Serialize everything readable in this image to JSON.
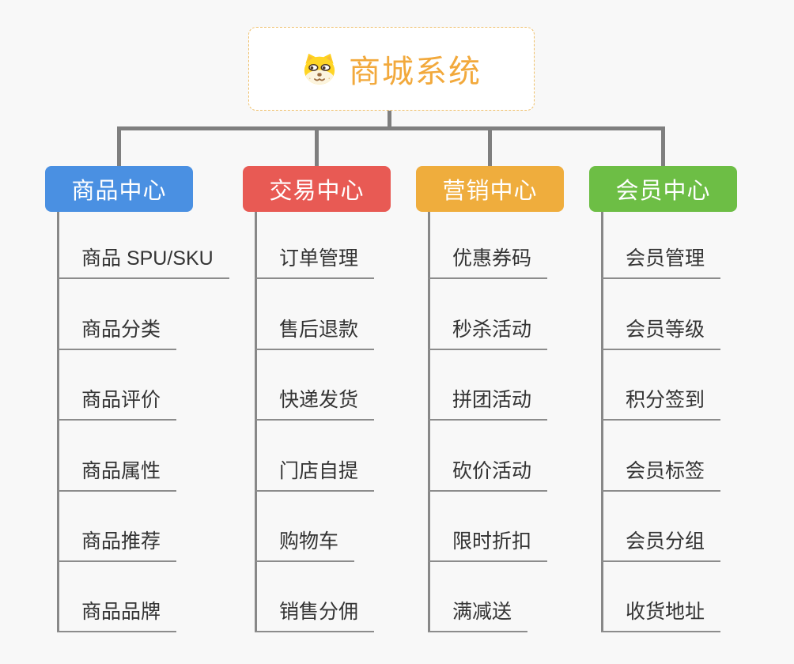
{
  "root": {
    "title": "商城系统",
    "icon": "shiba-dog-icon",
    "title_color": "#F2A93C",
    "border_color": "#EFC06B"
  },
  "connector_color": "#7F7F7F",
  "background_color": "#F8F8F8",
  "branches": [
    {
      "label": "商品中心",
      "color": "#4A90E2",
      "items": [
        "商品 SPU/SKU",
        "商品分类",
        "商品评价",
        "商品属性",
        "商品推荐",
        "商品品牌"
      ]
    },
    {
      "label": "交易中心",
      "color": "#E85A54",
      "items": [
        "订单管理",
        "售后退款",
        "快递发货",
        "门店自提",
        "购物车",
        "销售分佣"
      ]
    },
    {
      "label": "营销中心",
      "color": "#EFAD3D",
      "items": [
        "优惠券码",
        "秒杀活动",
        "拼团活动",
        "砍价活动",
        "限时折扣",
        "满减送"
      ]
    },
    {
      "label": "会员中心",
      "color": "#6DBE45",
      "items": [
        "会员管理",
        "会员等级",
        "积分签到",
        "会员标签",
        "会员分组",
        "收货地址"
      ]
    }
  ]
}
